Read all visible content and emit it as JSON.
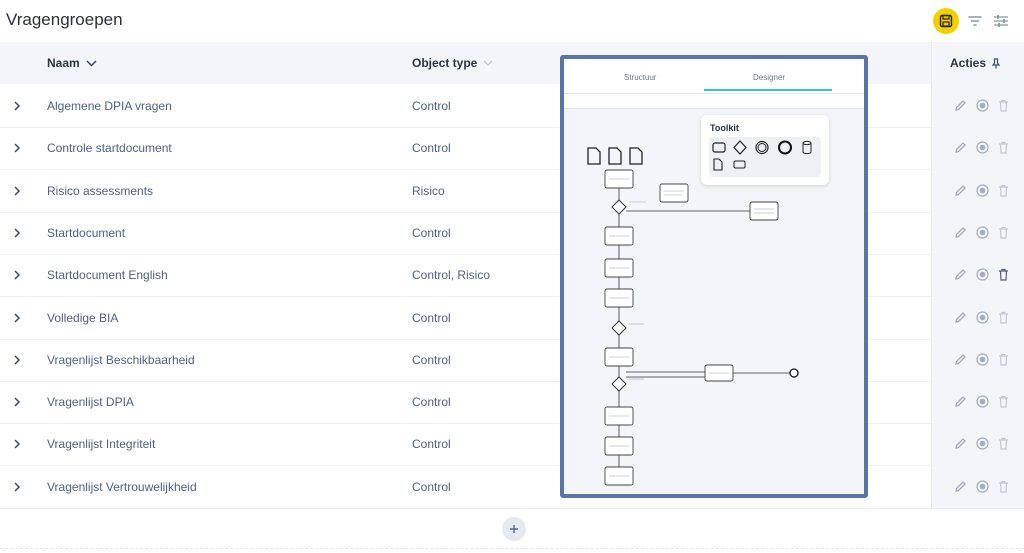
{
  "header": {
    "title": "Vragengroepen"
  },
  "table": {
    "columns": {
      "name": "Naam",
      "type": "Object type",
      "actions": "Acties"
    },
    "rows": [
      {
        "name": "Algemene DPIA vragen",
        "type": "Control"
      },
      {
        "name": "Controle startdocument",
        "type": "Control"
      },
      {
        "name": "Risico assessments",
        "type": "Risico"
      },
      {
        "name": "Startdocument",
        "type": "Control"
      },
      {
        "name": "Startdocument English",
        "type": "Control, Risico"
      },
      {
        "name": "Volledige BIA",
        "type": "Control"
      },
      {
        "name": "Vragenlijst Beschikbaarheid",
        "type": "Control"
      },
      {
        "name": "Vragenlijst DPIA",
        "type": "Control"
      },
      {
        "name": "Vragenlijst Integriteit",
        "type": "Control"
      },
      {
        "name": "Vragenlijst Vertrouwelijkheid",
        "type": "Control"
      }
    ]
  },
  "designer": {
    "tabs": [
      "Structuur",
      "Designer"
    ],
    "active_tab": "Designer",
    "toolkit_title": "Toolkit"
  },
  "colors": {
    "accent": "#f5d000",
    "overlay_border": "#5b74a6",
    "tab_underline": "#33c2d6"
  },
  "icons": [
    "save-icon",
    "filter-icon",
    "settings-sliders-icon",
    "chevron-right-icon",
    "chevron-down-icon",
    "pin-icon",
    "pencil-icon",
    "record-icon",
    "trash-icon",
    "plus-icon"
  ]
}
